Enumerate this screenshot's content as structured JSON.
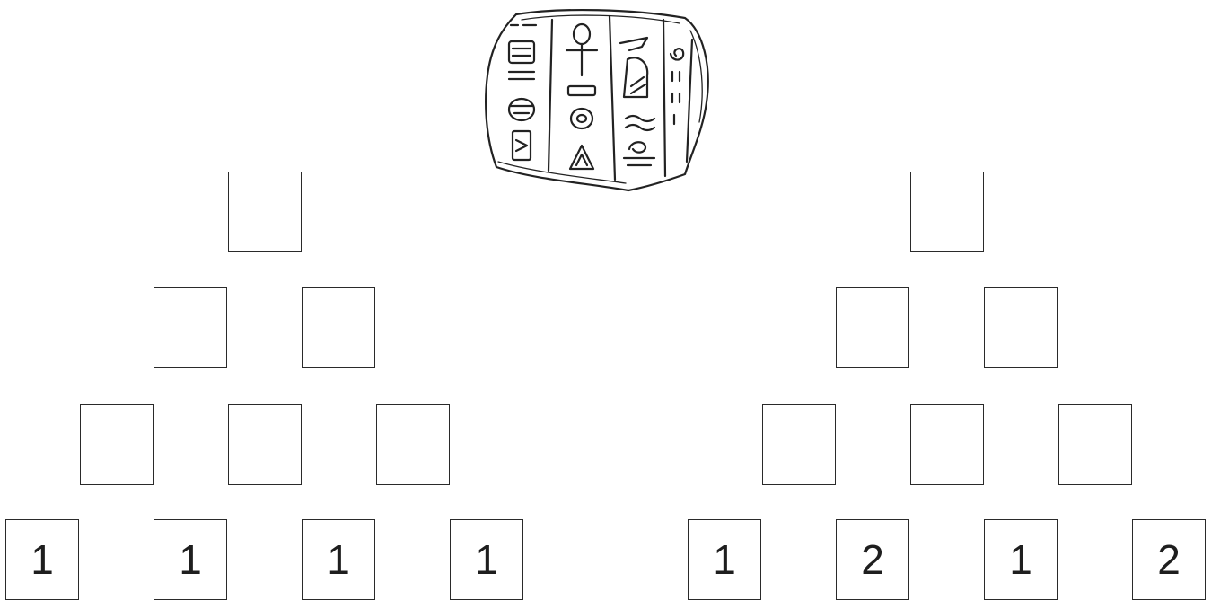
{
  "stone_tablet": {
    "icon": "hieroglyph-tablet-icon"
  },
  "pyramids": [
    {
      "id": "left",
      "rows": [
        [
          ""
        ],
        [
          "",
          ""
        ],
        [
          "",
          "",
          ""
        ],
        [
          "1",
          "1",
          "1",
          "1"
        ]
      ]
    },
    {
      "id": "right",
      "rows": [
        [
          ""
        ],
        [
          "",
          ""
        ],
        [
          "",
          "",
          ""
        ],
        [
          "1",
          "2",
          "1",
          "2"
        ]
      ]
    }
  ]
}
